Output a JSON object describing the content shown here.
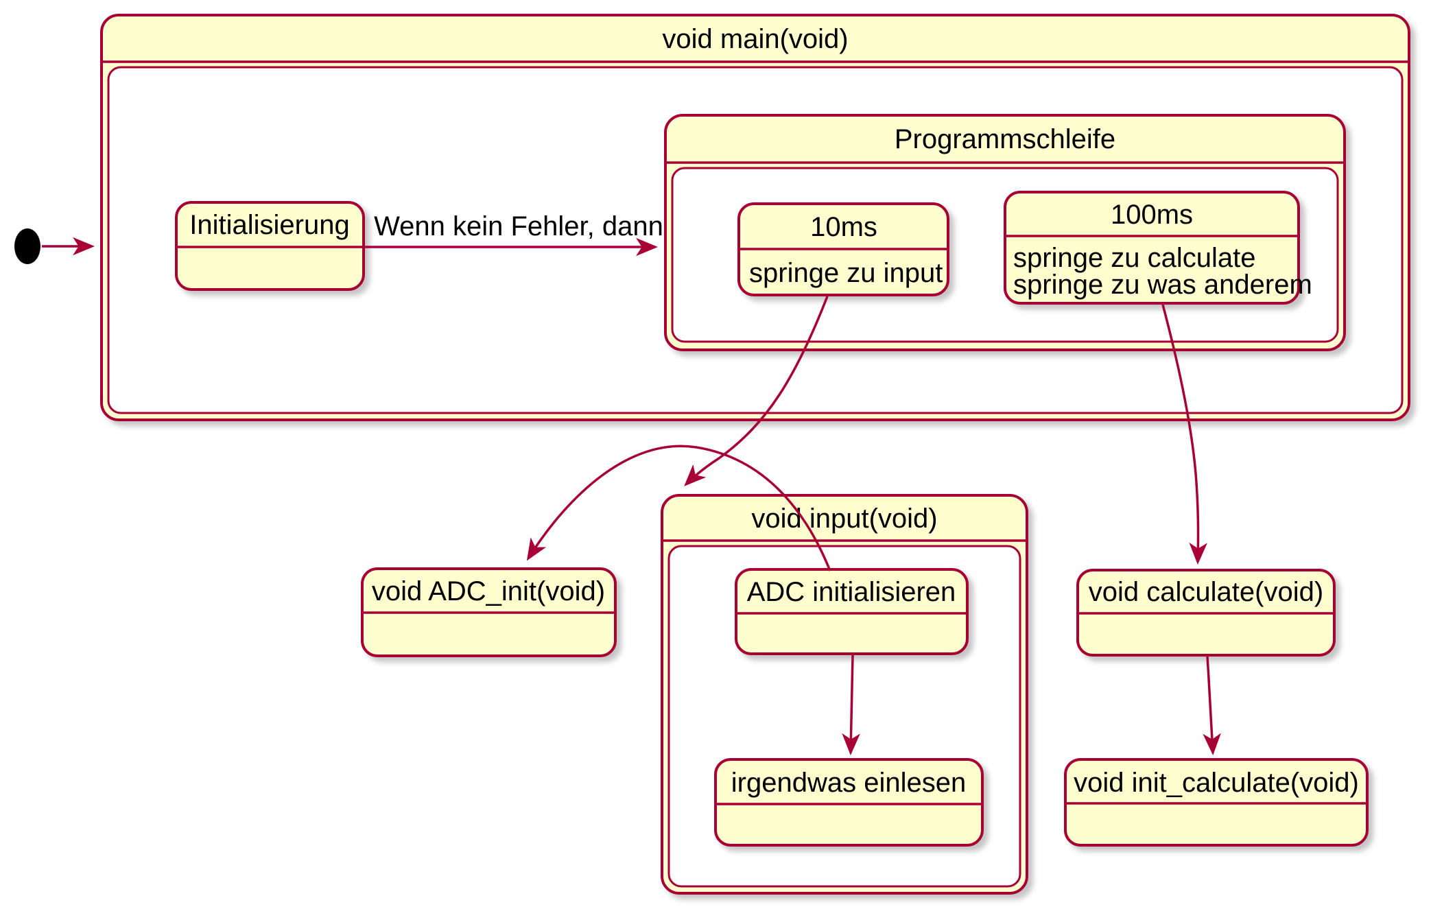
{
  "diagram_type": "uml-state-diagram",
  "colors": {
    "state_fill": "#fefece",
    "state_border": "#a80036",
    "arrow": "#a80036",
    "text": "#000000",
    "background": "#ffffff"
  },
  "states": {
    "main": {
      "title": "void main(void)"
    },
    "programmschleife": {
      "title": "Programmschleife"
    },
    "initialisierung": {
      "title": "Initialisierung"
    },
    "ms10": {
      "title": "10ms",
      "body": "springe zu input"
    },
    "ms100": {
      "title": "100ms",
      "body1": "springe zu calculate",
      "body2": "springe zu was anderem"
    },
    "input": {
      "title": "void input(void)"
    },
    "adc_initialisieren": {
      "title": "ADC initialisieren"
    },
    "irgendwas_einlesen": {
      "title": "irgendwas einlesen"
    },
    "adc_init": {
      "title": "void ADC_init(void)"
    },
    "calculate": {
      "title": "void calculate(void)"
    },
    "init_calculate": {
      "title": "void init_calculate(void)"
    }
  },
  "transitions": {
    "init_to_loop": {
      "label": "Wenn kein Fehler, dann"
    }
  }
}
